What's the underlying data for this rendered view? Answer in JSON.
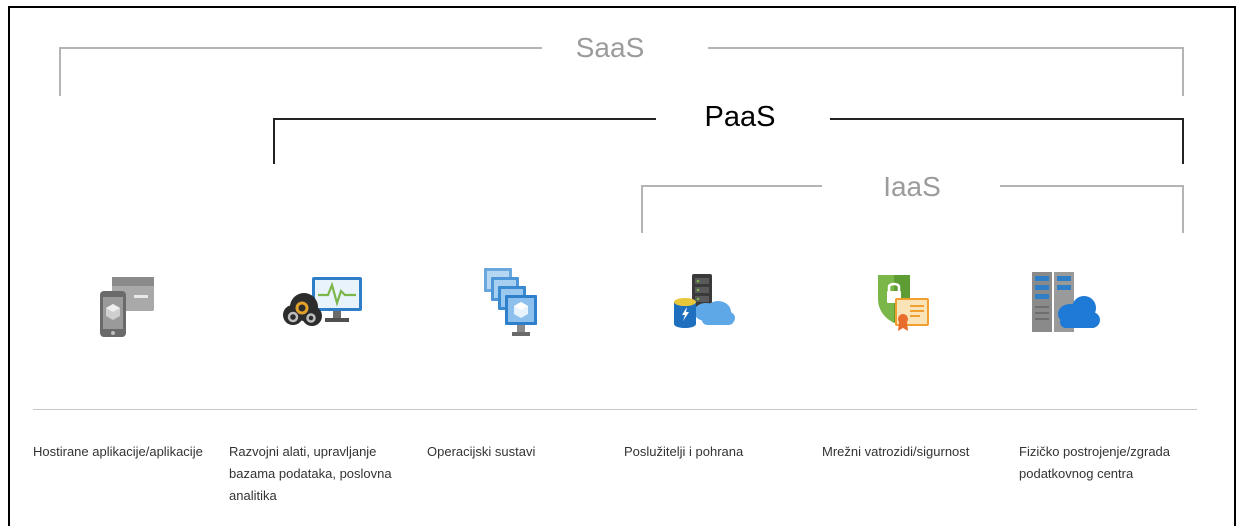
{
  "tiers": {
    "saas": "SaaS",
    "paas": "PaaS",
    "iaas": "IaaS"
  },
  "colors": {
    "bracket_gray": "#b4b4b4",
    "bracket_black": "#222222",
    "azure_blue": "#2f8fd9",
    "cloud_blue": "#3a9be6",
    "green_shield": "#7ab648",
    "orange_cert": "#f0a030"
  },
  "columns": [
    {
      "icon": "mobile-app-icon",
      "caption": "Hostirane aplikacije/aplikacije"
    },
    {
      "icon": "dev-tools-analytics-icon",
      "caption": "Razvojni alati, upravljanje bazama podataka, poslovna analitika"
    },
    {
      "icon": "operating-systems-icon",
      "caption": "Operacijski sustavi"
    },
    {
      "icon": "servers-storage-icon",
      "caption": "Poslužitelji i pohrana"
    },
    {
      "icon": "firewall-security-icon",
      "caption": "Mrežni vatrozidi/sigurnost"
    },
    {
      "icon": "datacenter-cloud-icon",
      "caption": "Fizičko postrojenje/zgrada podatkovnog centra"
    }
  ]
}
